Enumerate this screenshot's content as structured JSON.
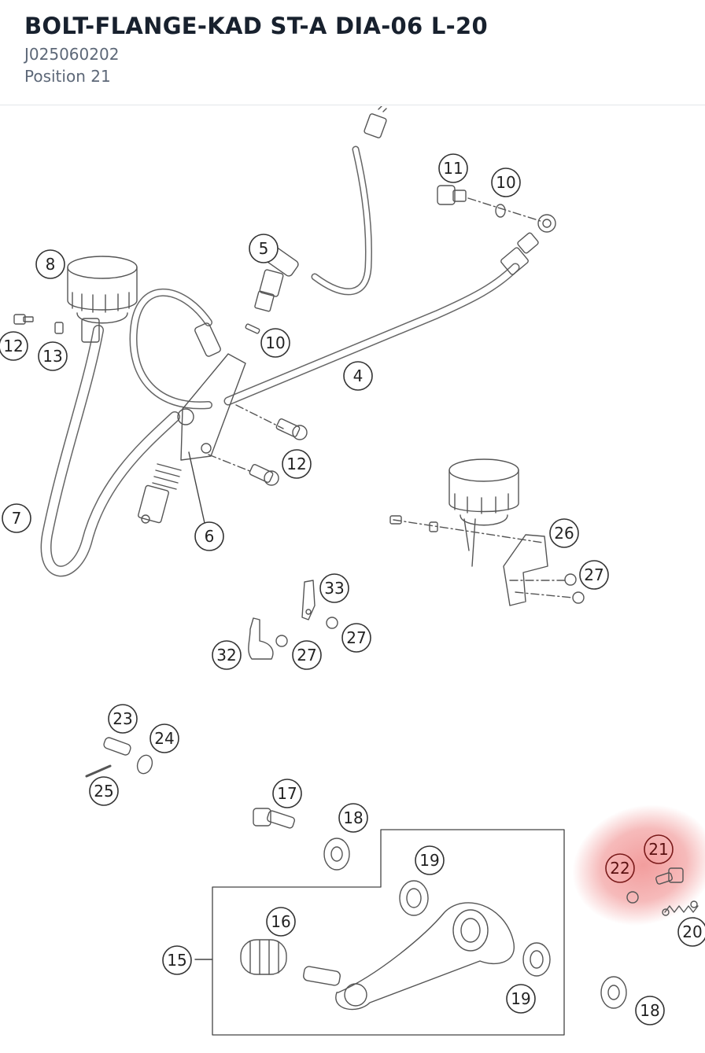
{
  "header": {
    "title": "BOLT-FLANGE-KAD ST-A DIA-06 L-20",
    "part_number": "J025060202",
    "position": "Position 21"
  },
  "diagram": {
    "highlight_color": "#f08c8c",
    "callouts": [
      "11",
      "10",
      "5",
      "8",
      "12",
      "13",
      "10",
      "4",
      "12",
      "7",
      "6",
      "26",
      "27",
      "33",
      "27",
      "32",
      "27",
      "23",
      "24",
      "25",
      "17",
      "18",
      "19",
      "21",
      "22",
      "20",
      "16",
      "15",
      "19",
      "18"
    ]
  }
}
